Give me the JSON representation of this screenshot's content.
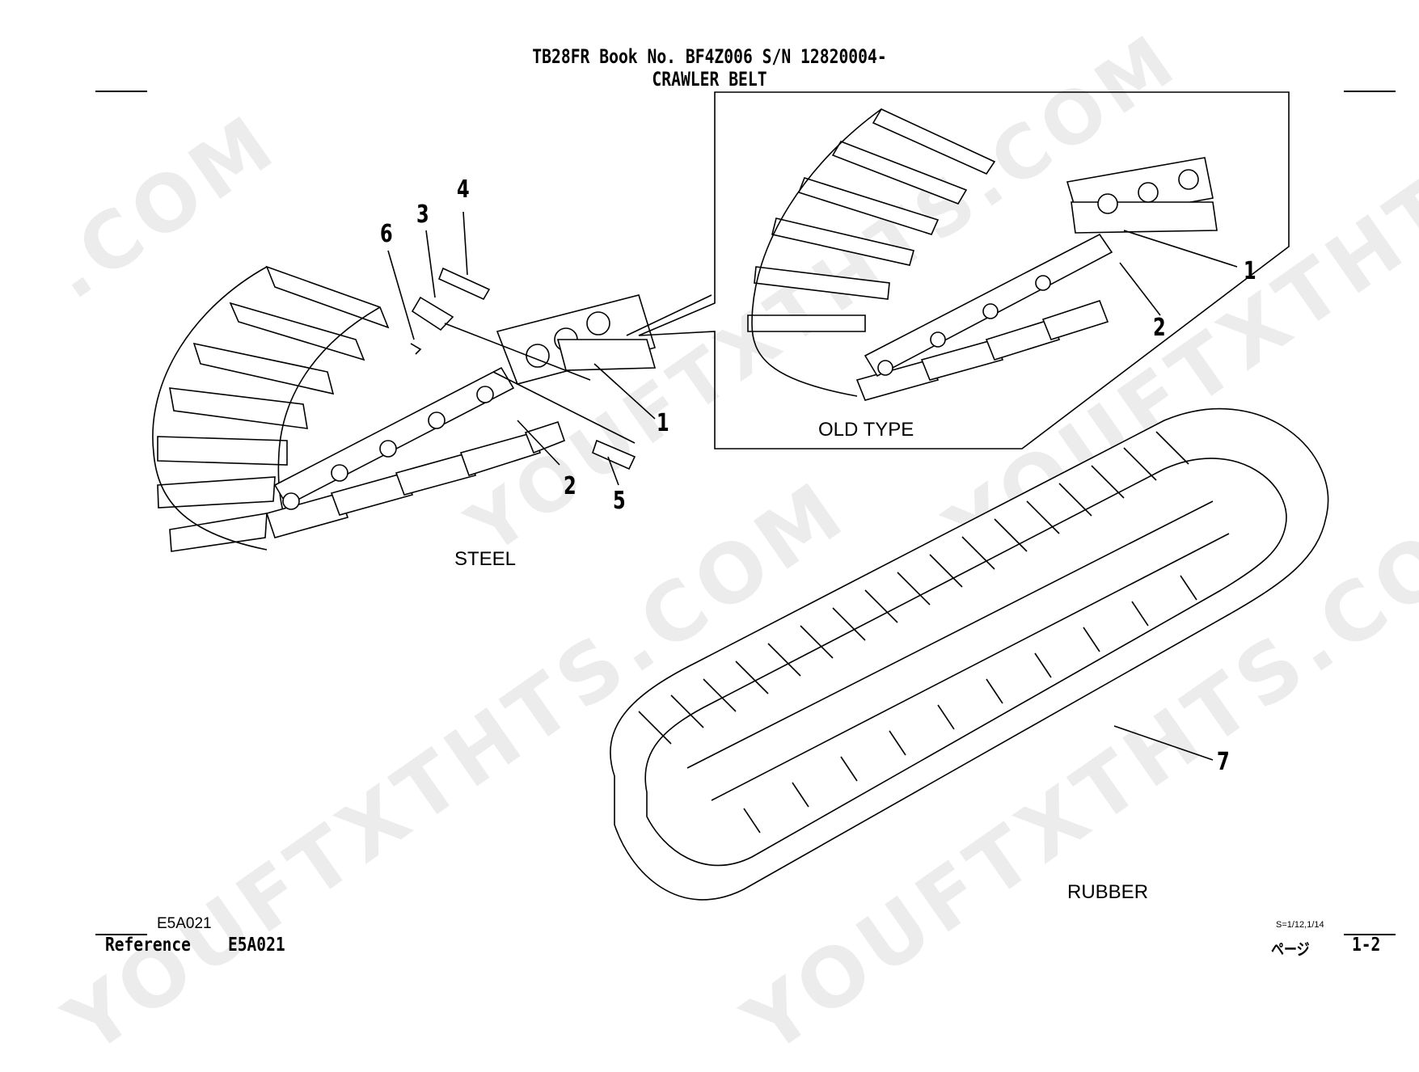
{
  "header": {
    "line1": "TB28FR  Book No. BF4Z006  S/N 12820004-",
    "line2": "CRAWLER BELT"
  },
  "watermark": {
    "text": "YOUFTXTHTS.COM",
    "fragments": [
      ".COM",
      "YOUFTXTHTS.COM",
      "YOUFTXTHTS.COM",
      "YOUFTXTHTS.COM",
      "YOUFTXTHTS.COM",
      "YOUFTXTHTS.COM"
    ]
  },
  "callouts": {
    "c1": "1",
    "c2": "2",
    "c3": "3",
    "c4": "4",
    "c5": "5",
    "c6": "6",
    "c7": "7",
    "old_c1": "1",
    "old_c2": "2"
  },
  "captions": {
    "steel": "STEEL",
    "old_type": "OLD TYPE",
    "rubber": "RUBBER"
  },
  "footer": {
    "code_small": "E5A021",
    "reference_label": "Reference",
    "reference_code": "E5A021",
    "scale": "S=1/12,1/14",
    "page_label": "ページ",
    "page_number": "1-2"
  }
}
